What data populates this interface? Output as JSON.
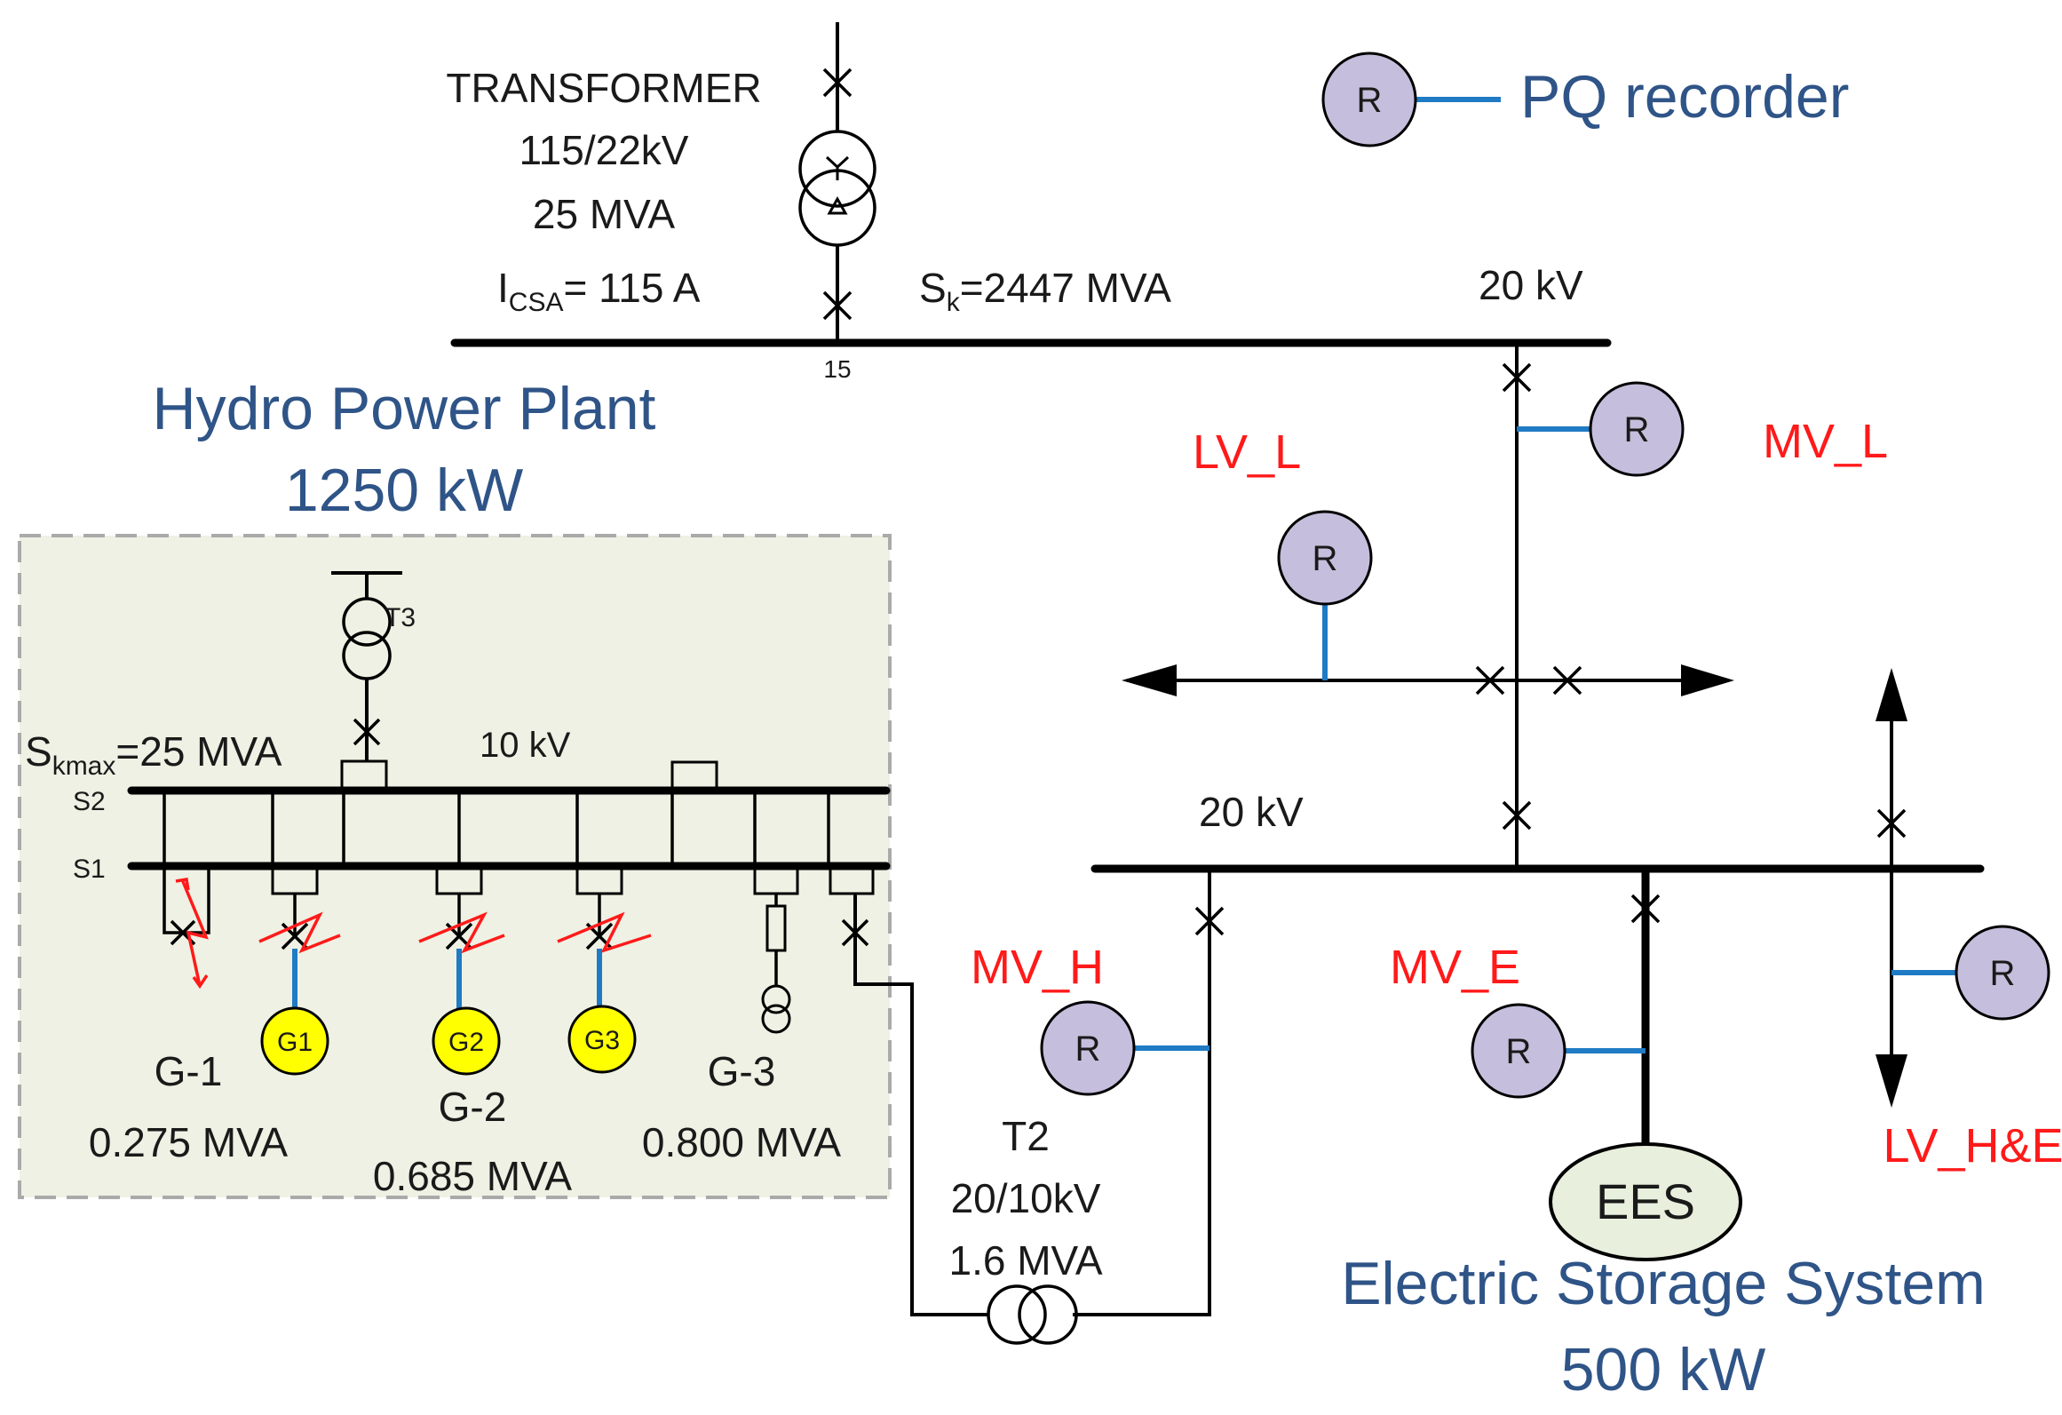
{
  "legend": {
    "recorder_symbol": "R",
    "label": "PQ recorder"
  },
  "transformer": {
    "title": "TRANSFORMER",
    "ratio": "115/22kV",
    "power": "25 MVA",
    "icsa_prefix": "I",
    "icsa_sub": "CSA",
    "icsa_value": "= 115  A",
    "node_number": "15"
  },
  "main_bus": {
    "sk_prefix": "S",
    "sk_sub": "k",
    "sk_value": "=2447 MVA",
    "voltage": "20 kV"
  },
  "hydro": {
    "title": "Hydro Power Plant",
    "power": "1250 kW",
    "t3_label": "T3",
    "skmax_prefix": "S",
    "skmax_sub": "kmax",
    "skmax_value": "=25 MVA",
    "voltage": "10 kV",
    "bus_s2": "S2",
    "bus_s1": "S1",
    "generators": [
      {
        "symbol": "G1",
        "name": "G-1",
        "rating": "0.275 MVA"
      },
      {
        "symbol": "G2",
        "name": "G-2",
        "rating": "0.685 MVA"
      },
      {
        "symbol": "G3",
        "name": "G-3",
        "rating": "0.800 MVA"
      }
    ]
  },
  "t2": {
    "name": "T2",
    "ratio": "20/10kV",
    "power": "1.6 MVA"
  },
  "mv_bus": {
    "voltage": "20 kV"
  },
  "measurement_points": {
    "lv_l": "LV_L",
    "mv_l": "MV_L",
    "mv_h": "MV_H",
    "mv_e": "MV_E",
    "lv_he": "LV_H&E"
  },
  "ees": {
    "symbol": "EES",
    "title": "Electric Storage System",
    "power": "500 kW"
  },
  "colors": {
    "recorder_fill": "#c5bedc",
    "generator_fill": "#ffff00",
    "hydro_area_fill": "#eef1e3",
    "ees_fill": "#e8efdd",
    "tap_line": "#1f7bc4",
    "label_red": "#ff1a1a",
    "title_blue": "#2f5487"
  }
}
